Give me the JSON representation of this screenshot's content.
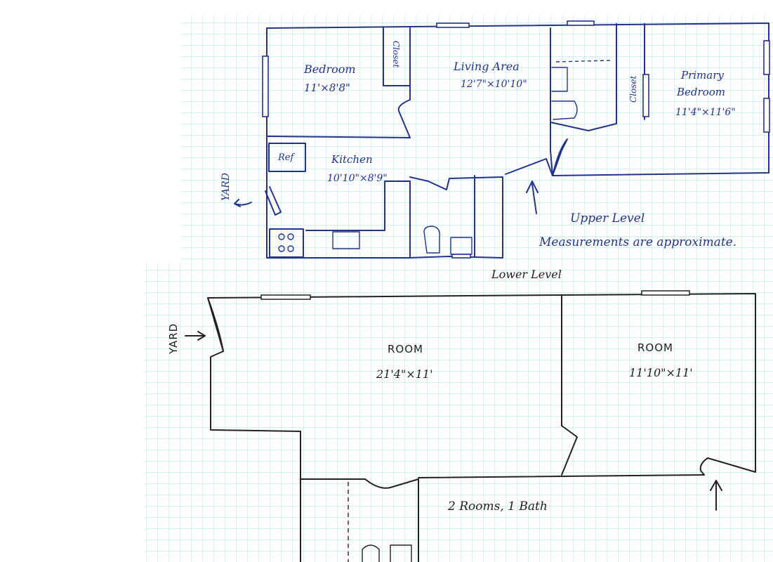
{
  "colors": {
    "paper": "#ffffff",
    "grid_line": "#a9dfe6",
    "upper_ink": "#23328a",
    "lower_ink": "#222222"
  },
  "upper_level": {
    "rooms": {
      "bedroom": {
        "name": "Bedroom",
        "size": "11'×8'8\""
      },
      "living_area": {
        "name": "Living Area",
        "size": "12'7\"×10'10\""
      },
      "primary_bedroom": {
        "name_line1": "Primary",
        "name_line2": "Bedroom",
        "size": "11'4\"×11'6\""
      },
      "kitchen": {
        "name": "Kitchen",
        "size": "10'10\"×8'9\""
      }
    },
    "closet_label": "Closet",
    "ref_label": "Ref",
    "yard_label": "YARD",
    "level_label": "Upper Level",
    "note": "Measurements are approximate."
  },
  "lower_level": {
    "level_label": "Lower Level",
    "yard_label": "YARD",
    "rooms": {
      "room_left": {
        "name": "ROOM",
        "size": "21'4\"×11'"
      },
      "room_right": {
        "name": "ROOM",
        "size": "11'10\"×11'"
      }
    },
    "summary": "2 Rooms, 1 Bath"
  }
}
